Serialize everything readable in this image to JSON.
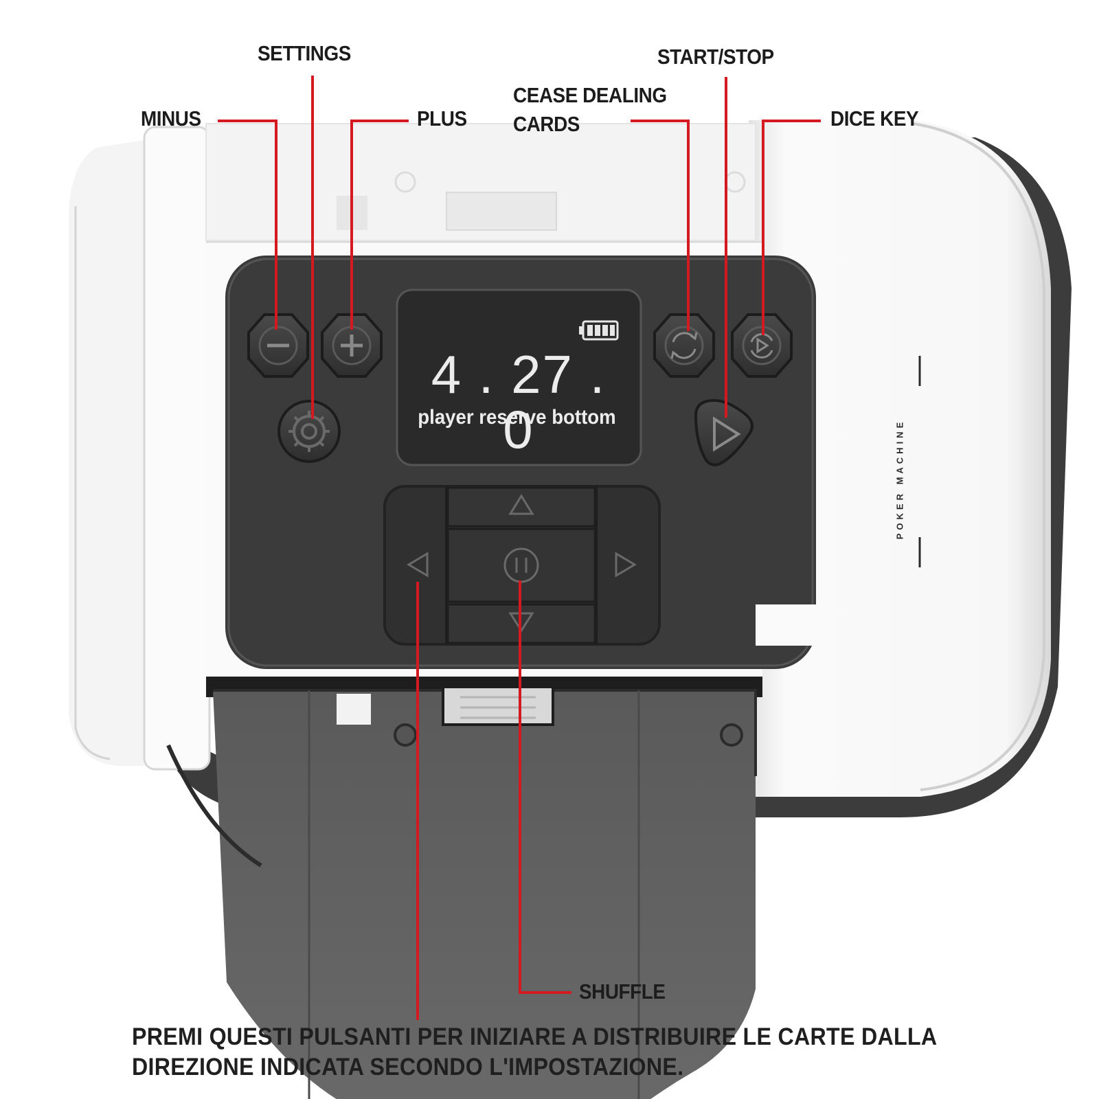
{
  "callouts": {
    "minus": "MINUS",
    "settings": "SETTINGS",
    "plus": "PLUS",
    "start_stop": "START/STOP",
    "cease_dealing_line1": "CEASE DEALING",
    "cease_dealing_line2": "CARDS",
    "dice_key": "DICE KEY",
    "shuffle": "SHUFFLE"
  },
  "display": {
    "value": "4 . 27 . 0",
    "caption": "player  reserve  bottom",
    "battery_icon": "battery-icon"
  },
  "device": {
    "brand": "POKER  MACHINE"
  },
  "note": {
    "line1": "PREMI QUESTI PULSANTI PER INIZIARE A DISTRIBUIRE LE CARTE DALLA",
    "line2": "DIREZIONE INDICATA SECONDO L'IMPOSTAZIONE."
  },
  "colors": {
    "callout_line": "#d41920",
    "panel": "#3a3a3a",
    "body": "#f1f1f1"
  }
}
